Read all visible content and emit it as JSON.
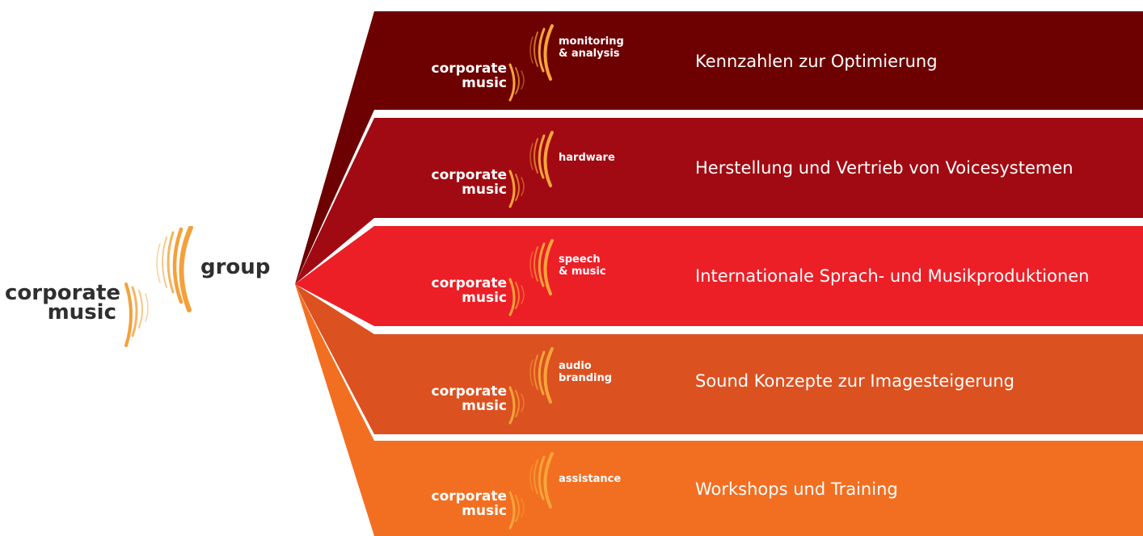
{
  "main_logo": {
    "line1": "corporate",
    "line2": "music",
    "suffix": "group"
  },
  "colors": {
    "band1": "#6d0000",
    "band2": "#a10a12",
    "band3": "#ec1f27",
    "band4": "#dc5120",
    "band5": "#f26f21",
    "wave_main": "#f3a13a",
    "wave_band": "#f7a53a",
    "text_dark": "#2f2f2f"
  },
  "bands": [
    {
      "logo_line1": "corporate",
      "logo_line2": "music",
      "tag": "monitoring\n& analysis",
      "description": "Kennzahlen zur Optimierung"
    },
    {
      "logo_line1": "corporate",
      "logo_line2": "music",
      "tag": "hardware",
      "description": "Herstellung und Vertrieb von Voicesystemen"
    },
    {
      "logo_line1": "corporate",
      "logo_line2": "music",
      "tag": "speech\n& music",
      "description": "Internationale Sprach- und Musikproduktionen"
    },
    {
      "logo_line1": "corporate",
      "logo_line2": "music",
      "tag": "audio\nbranding",
      "description": "Sound Konzepte zur Imagesteigerung"
    },
    {
      "logo_line1": "corporate",
      "logo_line2": "music",
      "tag": "assistance",
      "description": "Workshops und Training"
    }
  ]
}
